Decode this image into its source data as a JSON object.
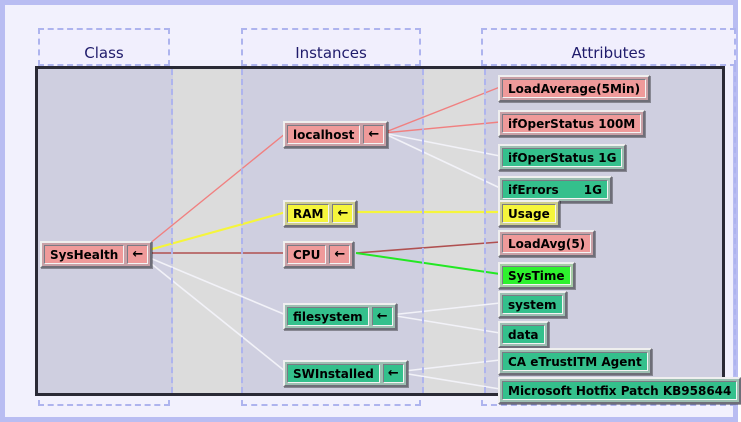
{
  "columns": [
    {
      "name": "class",
      "label": "Class"
    },
    {
      "name": "instances",
      "label": "Instances"
    },
    {
      "name": "attributes",
      "label": "Attributes"
    }
  ],
  "arrow_glyph": "←",
  "colors": {
    "frame_border": "#b9bdf2",
    "page_background": "#f2f1fd",
    "canvas_background": "#cfcfe0",
    "canvas_border": "#2a2a35",
    "gap_band": "#dcdcdc",
    "guide_line": "#aeb4ee",
    "header_text": "#1f1b6b",
    "node_red": "#ef9a9a",
    "node_yellow": "#f5f53c",
    "node_teal": "#34c08c",
    "node_green": "#2ef22e",
    "edge_red": "#f08080",
    "edge_darkred": "#b05050",
    "edge_yellow": "#f5f53c",
    "edge_green": "#23e823",
    "edge_white": "#f2f2f8"
  },
  "nodes": {
    "class": [
      {
        "name": "syshealth",
        "label": "SysHealth",
        "color": "red",
        "has_button": true
      }
    ],
    "instances": [
      {
        "name": "localhost",
        "label": "localhost",
        "color": "red",
        "has_button": true
      },
      {
        "name": "ram",
        "label": "RAM",
        "color": "yellow",
        "has_button": true
      },
      {
        "name": "cpu",
        "label": "CPU",
        "color": "red",
        "has_button": true
      },
      {
        "name": "filesystem",
        "label": "filesystem",
        "color": "teal",
        "has_button": true
      },
      {
        "name": "swinstalled",
        "label": "SWInstalled",
        "color": "teal",
        "has_button": true
      }
    ],
    "attributes": [
      {
        "name": "loadaverage-5min",
        "label": "LoadAverage(5Min)",
        "color": "red",
        "has_button": false
      },
      {
        "name": "ifoperstatus-100m",
        "label": "ifOperStatus 100M",
        "color": "red",
        "has_button": false
      },
      {
        "name": "ifoperstatus-1g",
        "label": "ifOperStatus 1G",
        "color": "teal",
        "has_button": false
      },
      {
        "name": "iferrors-1g",
        "label": "ifErrors      1G",
        "color": "teal",
        "has_button": false
      },
      {
        "name": "usage",
        "label": "Usage",
        "color": "yellow",
        "has_button": false
      },
      {
        "name": "loadavg-5",
        "label": "LoadAvg(5)",
        "color": "red",
        "has_button": false
      },
      {
        "name": "systime",
        "label": "SysTime",
        "color": "green",
        "has_button": false
      },
      {
        "name": "system",
        "label": "system",
        "color": "teal",
        "has_button": false
      },
      {
        "name": "data",
        "label": "data",
        "color": "teal",
        "has_button": false
      },
      {
        "name": "ca-etrustitm-agent",
        "label": "CA eTrustITM Agent",
        "color": "teal",
        "has_button": false
      },
      {
        "name": "ms-hotfix-patch",
        "label": "Microsoft Hotfix Patch KB958644",
        "color": "teal",
        "has_button": false
      }
    ]
  },
  "edges": [
    {
      "from": "syshealth",
      "to": "localhost",
      "color": "edge_red"
    },
    {
      "from": "syshealth",
      "to": "ram",
      "color": "edge_yellow"
    },
    {
      "from": "syshealth",
      "to": "cpu",
      "color": "edge_darkred"
    },
    {
      "from": "syshealth",
      "to": "filesystem",
      "color": "edge_white"
    },
    {
      "from": "syshealth",
      "to": "swinstalled",
      "color": "edge_white"
    },
    {
      "from": "localhost",
      "to": "loadaverage-5min",
      "color": "edge_red"
    },
    {
      "from": "localhost",
      "to": "ifoperstatus-100m",
      "color": "edge_red"
    },
    {
      "from": "localhost",
      "to": "ifoperstatus-1g",
      "color": "edge_white"
    },
    {
      "from": "localhost",
      "to": "iferrors-1g",
      "color": "edge_white"
    },
    {
      "from": "ram",
      "to": "usage",
      "color": "edge_yellow"
    },
    {
      "from": "cpu",
      "to": "loadavg-5",
      "color": "edge_darkred"
    },
    {
      "from": "cpu",
      "to": "systime",
      "color": "edge_green"
    },
    {
      "from": "filesystem",
      "to": "system",
      "color": "edge_white"
    },
    {
      "from": "filesystem",
      "to": "data",
      "color": "edge_white"
    },
    {
      "from": "swinstalled",
      "to": "ca-etrustitm-agent",
      "color": "edge_white"
    },
    {
      "from": "swinstalled",
      "to": "ms-hotfix-patch",
      "color": "edge_white"
    }
  ]
}
